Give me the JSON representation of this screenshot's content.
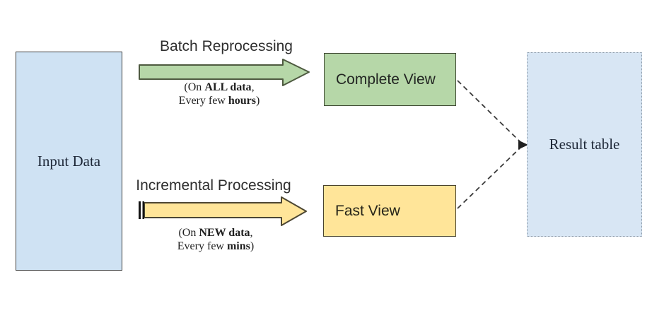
{
  "colors": {
    "input_fill": "#cfe2f3",
    "result_fill": "#d8e6f4",
    "batch_green": "#b6d7a8",
    "batch_green_border": "#4e5a40",
    "fast_yellow": "#ffe599",
    "fast_yellow_border": "#4d4733",
    "connector": "#3b3b3b"
  },
  "diagram": {
    "input_box": {
      "label": "Input Data"
    },
    "batch_flow": {
      "title": "Batch Reprocessing",
      "note_line1": {
        "pre": "(On ",
        "bold": "ALL data",
        "post": ","
      },
      "note_line2": {
        "pre": "Every few ",
        "bold": "hours",
        "post": ")"
      }
    },
    "incremental_flow": {
      "title": "Incremental Processing",
      "note_line1": {
        "pre": "(On ",
        "bold": "NEW data",
        "post": ","
      },
      "note_line2": {
        "pre": "Every few ",
        "bold": "mins",
        "post": ")"
      }
    },
    "complete_view_box": {
      "label": "Complete View"
    },
    "fast_view_box": {
      "label": "Fast View"
    },
    "result_box": {
      "label": "Result table"
    }
  }
}
